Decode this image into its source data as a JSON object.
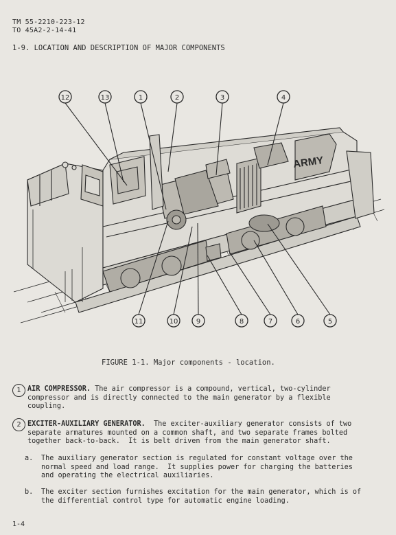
{
  "header": {
    "line1": "TM 55-2210-223-12",
    "line2": "TO 45A2-2-14-41"
  },
  "section_title": "1-9.  LOCATION AND DESCRIPTION OF MAJOR COMPONENTS",
  "figure": {
    "callouts": [
      "12",
      "13",
      "1",
      "2",
      "3",
      "4",
      "11",
      "10",
      "9",
      "8",
      "7",
      "6",
      "5"
    ],
    "army_text": "ARMY",
    "caption": "FIGURE 1-1.  Major components - location."
  },
  "items": [
    {
      "number": "1",
      "title": "AIR COMPRESSOR.",
      "lines": [
        " The air compressor is a compound, vertical, two-cylinder",
        "compressor and is directly connected to the main generator by a flexible",
        "coupling."
      ]
    },
    {
      "number": "2",
      "title": "EXCITER-AUXILIARY GENERATOR.",
      "lines": [
        "  The exciter-auxiliary generator consists of two",
        "separate armatures mounted on a common shaft, and two separate frames bolted",
        "together back-to-back.  It is belt driven from the main generator shaft."
      ]
    }
  ],
  "subitems": [
    {
      "label": "a.",
      "lines": [
        "The auxiliary generator section is regulated for constant voltage over the",
        "normal speed and load range.  It supplies power for charging the batteries",
        "and operating the electrical auxiliaries."
      ]
    },
    {
      "label": "b.",
      "lines": [
        "The exciter section furnishes excitation for the main generator, which is of",
        "the differential control type for automatic engine loading."
      ]
    }
  ],
  "footer": {
    "page": "1-4"
  }
}
